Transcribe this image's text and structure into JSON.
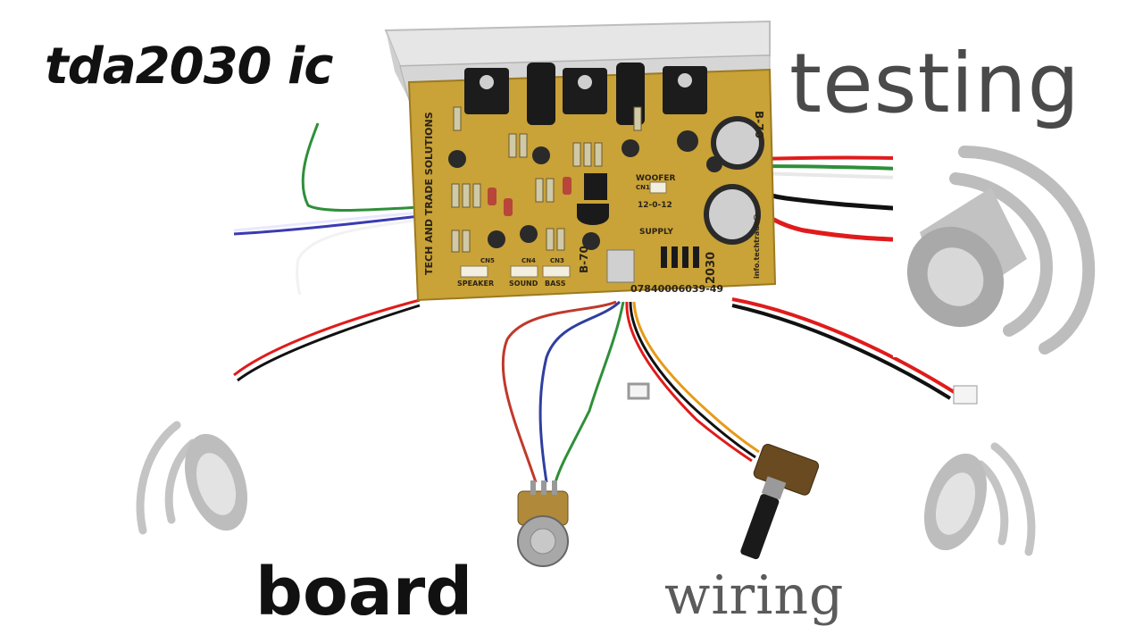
{
  "captions": {
    "title": "tda2030 ic",
    "testing": "testing",
    "board": "board",
    "wiring": "wiring"
  },
  "pcb": {
    "maker": "TECH AND TRADE SOLUTIONS",
    "model": "B-70",
    "ic": "2030",
    "phone": "07840006039-49",
    "email": "info.techtrade@...",
    "woofer": "WOOFER",
    "cn1": "CN1",
    "supply_voltage": "12-0-12",
    "supply": "SUPPLY",
    "connectors": [
      "SPEAKER",
      "SOUND",
      "BASS"
    ],
    "connector_ids": [
      "CN5",
      "CN4",
      "CN3"
    ]
  },
  "icons": [
    "speaker-icon",
    "potentiometer-icon"
  ],
  "colors": {
    "pcb": "#c9a238",
    "heatsink": "#d9d9d9",
    "speaker_icon": "#bdbdbd",
    "wire_red": "#e01b1b",
    "wire_black": "#111111",
    "wire_green": "#2f8f3a"
  }
}
